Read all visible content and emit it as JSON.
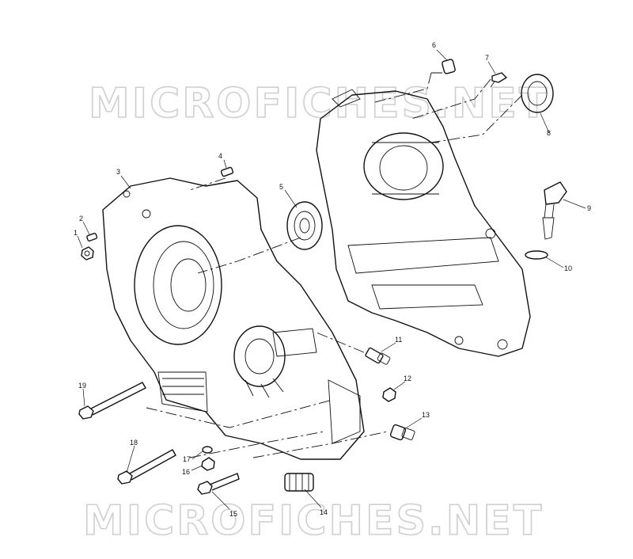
{
  "watermark": {
    "top": "MICROFICHES.NET",
    "bottom": "MICROFICHES.NET"
  },
  "callouts": [
    "1",
    "2",
    "3",
    "4",
    "5",
    "6",
    "7",
    "8",
    "9",
    "10",
    "11",
    "12",
    "13",
    "14",
    "15",
    "16",
    "17",
    "18",
    "19"
  ]
}
